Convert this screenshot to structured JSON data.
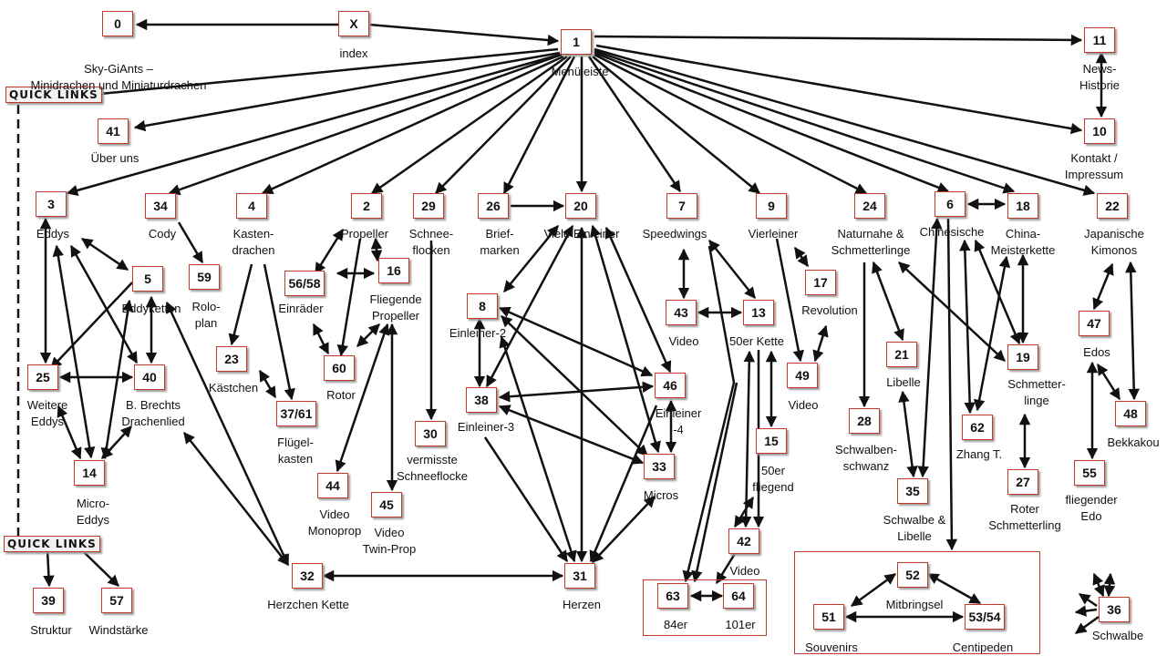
{
  "quick_links": [
    "QUICK LINKS",
    "QUICK LINKS"
  ],
  "nodes": {
    "X": {
      "id": "X",
      "label": "index"
    },
    "0": {
      "id": "0",
      "label": "Sky-GiAnts –\nMinidrachen und Miniaturdrachen"
    },
    "1": {
      "id": "1",
      "label": "Menüleiste"
    },
    "11": {
      "id": "11",
      "label": "News-Historie"
    },
    "10": {
      "id": "10",
      "label": "Kontakt / Impressum"
    },
    "41": {
      "id": "41",
      "label": "Über uns"
    },
    "3": {
      "id": "3",
      "label": "Eddys"
    },
    "34": {
      "id": "34",
      "label": "Cody"
    },
    "4": {
      "id": "4",
      "label": "Kasten-\ndrachen"
    },
    "2": {
      "id": "2",
      "label": "Propeller"
    },
    "29": {
      "id": "29",
      "label": "Schnee-\nflocken"
    },
    "26": {
      "id": "26",
      "label": "Brief-\nmarken"
    },
    "20": {
      "id": "20",
      "label": "Viele Einleiner"
    },
    "7": {
      "id": "7",
      "label": "Speedwings"
    },
    "9": {
      "id": "9",
      "label": "Vierleiner"
    },
    "24": {
      "id": "24",
      "label": "Naturnahe &\nSchmetterlinge"
    },
    "6": {
      "id": "6",
      "label": "Chinesische"
    },
    "18": {
      "id": "18",
      "label": "China-\nMeisterkette"
    },
    "22": {
      "id": "22",
      "label": "Japanische\nKimonos"
    },
    "5": {
      "id": "5",
      "label": "Eddyketten"
    },
    "59": {
      "id": "59",
      "label": "Rolo-\nplan"
    },
    "16": {
      "id": "16",
      "label": "Fliegende\nPropeller"
    },
    "56/58": {
      "id": "56/58",
      "label": "Einräder"
    },
    "8": {
      "id": "8",
      "label": "Einleiner-2"
    },
    "43": {
      "id": "43",
      "label": "Video"
    },
    "13": {
      "id": "13",
      "label": "50er Kette"
    },
    "17": {
      "id": "17",
      "label": "Revolution"
    },
    "47": {
      "id": "47",
      "label": "Edos"
    },
    "21": {
      "id": "21",
      "label": "Libelle"
    },
    "19": {
      "id": "19",
      "label": "Schmetter-\nlinge"
    },
    "25": {
      "id": "25",
      "label": "Weitere\nEddys"
    },
    "40": {
      "id": "40",
      "label": "B. Brechts\nDrachenlied"
    },
    "23": {
      "id": "23",
      "label": "Kästchen"
    },
    "60": {
      "id": "60",
      "label": "Rotor"
    },
    "38": {
      "id": "38",
      "label": "Einleiner-3"
    },
    "46": {
      "id": "46",
      "label": "Einleiner\n-4"
    },
    "49": {
      "id": "49",
      "label": "Video"
    },
    "37/61": {
      "id": "37/61",
      "label": "Flügel-\nkasten"
    },
    "28": {
      "id": "28",
      "label": "Schwalben-\nschwanz"
    },
    "62": {
      "id": "62",
      "label": "Zhang T."
    },
    "48": {
      "id": "48",
      "label": "Bekkakou"
    },
    "30": {
      "id": "30",
      "label": "vermisste\nSchneeflocke"
    },
    "15": {
      "id": "15",
      "label": "50er\nfliegend"
    },
    "14": {
      "id": "14",
      "label": "Micro-\nEddys"
    },
    "33": {
      "id": "33",
      "label": "Micros"
    },
    "55": {
      "id": "55",
      "label": "fliegender\nEdo"
    },
    "44": {
      "id": "44",
      "label": "Video\nMonoprop"
    },
    "45": {
      "id": "45",
      "label": "Video\nTwin-Prop"
    },
    "35": {
      "id": "35",
      "label": "Schwalbe &\nLibelle"
    },
    "27": {
      "id": "27",
      "label": "Roter\nSchmetterling"
    },
    "42": {
      "id": "42",
      "label": "Video"
    },
    "52": {
      "id": "52",
      "label": "Mitbringsel"
    },
    "32": {
      "id": "32",
      "label": "Herzchen Kette"
    },
    "31": {
      "id": "31",
      "label": "Herzen"
    },
    "39": {
      "id": "39",
      "label": "Struktur"
    },
    "57": {
      "id": "57",
      "label": "Windstärke"
    },
    "63": {
      "id": "63",
      "label": "84er"
    },
    "64": {
      "id": "64",
      "label": "101er"
    },
    "36": {
      "id": "36",
      "label": "Schwalbe"
    },
    "51": {
      "id": "51",
      "label": "Souvenirs"
    },
    "53/54": {
      "id": "53/54",
      "label": "Centipeden"
    }
  }
}
